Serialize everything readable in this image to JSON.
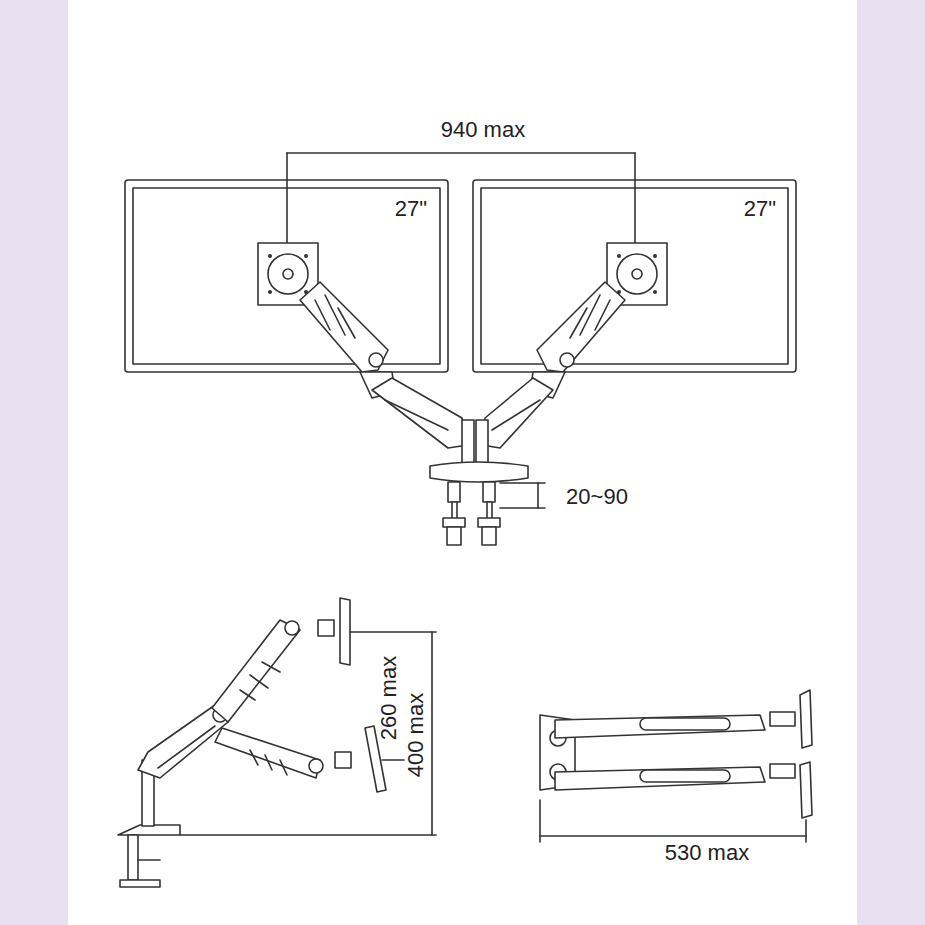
{
  "diagram": {
    "labels": [
      "940 max",
      "27\"",
      "27\"",
      "20~90",
      "260 max",
      "400 max",
      "530 max"
    ]
  }
}
